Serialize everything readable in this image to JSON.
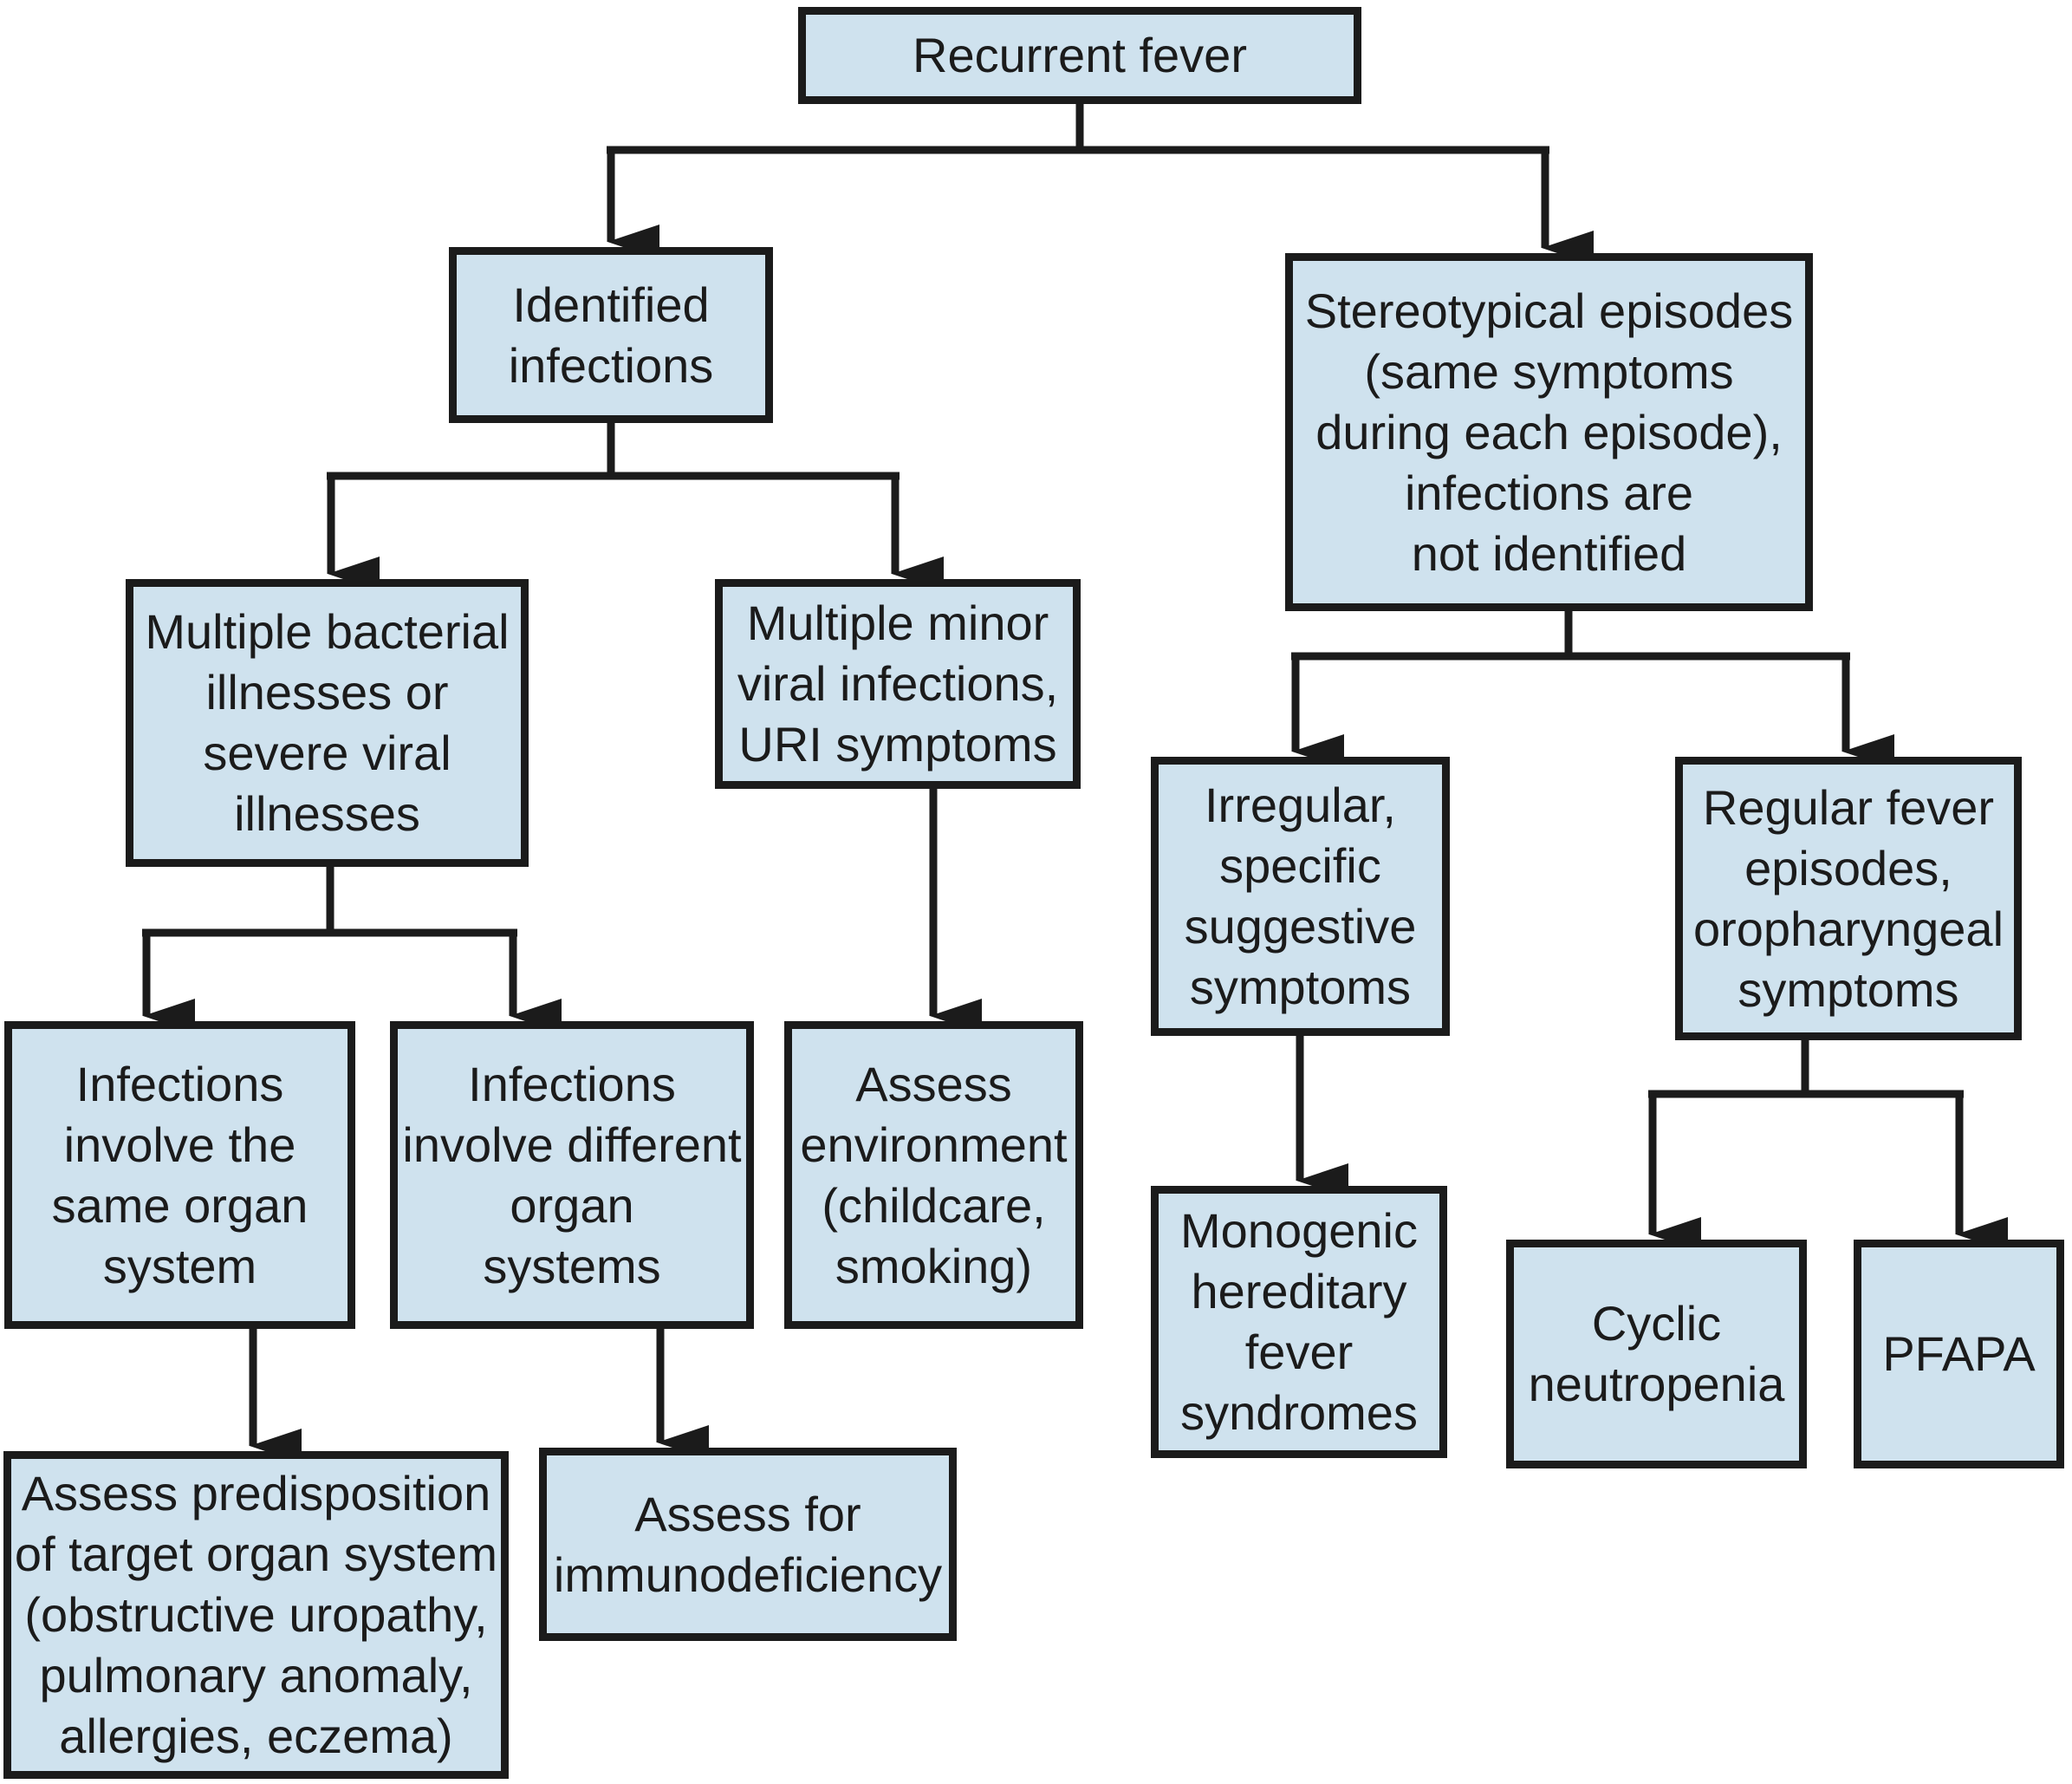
{
  "figure": {
    "type": "flowchart",
    "background_color": "#ffffff",
    "box_fill_color": "#cfe2ee",
    "box_border_color": "#1b1b1b",
    "text_color": "#1b1b1b"
  },
  "nodes": {
    "recurrent_fever": {
      "label": "Recurrent fever"
    },
    "identified_infections": {
      "label": "Identified\ninfections"
    },
    "stereotypical_episodes": {
      "label": "Stereotypical episodes\n(same symptoms\nduring each episode),\ninfections are\nnot identified"
    },
    "multiple_bacterial": {
      "label": "Multiple bacterial\nillnesses or\nsevere viral\nillnesses"
    },
    "multiple_minor_viral": {
      "label": "Multiple minor\nviral infections,\nURI symptoms"
    },
    "same_organ_system": {
      "label": "Infections\ninvolve the\nsame organ\nsystem"
    },
    "different_organ_systems": {
      "label": "Infections\ninvolve different\norgan\nsystems"
    },
    "assess_environment": {
      "label": "Assess\nenvironment\n(childcare,\nsmoking)"
    },
    "irregular_symptoms": {
      "label": "Irregular,\nspecific\nsuggestive\nsymptoms"
    },
    "regular_fever": {
      "label": "Regular fever\nepisodes,\noropharyngeal\nsymptoms"
    },
    "assess_predisposition": {
      "label": "Assess predisposition\nof target organ system\n(obstructive uropathy,\npulmonary anomaly,\nallergies, eczema)"
    },
    "assess_immunodeficiency": {
      "label": "Assess for\nimmunodeficiency"
    },
    "monogenic_syndromes": {
      "label": "Monogenic\nhereditary\nfever\nsyndromes"
    },
    "cyclic_neutropenia": {
      "label": "Cyclic\nneutropenia"
    },
    "pfapa": {
      "label": "PFAPA"
    }
  }
}
